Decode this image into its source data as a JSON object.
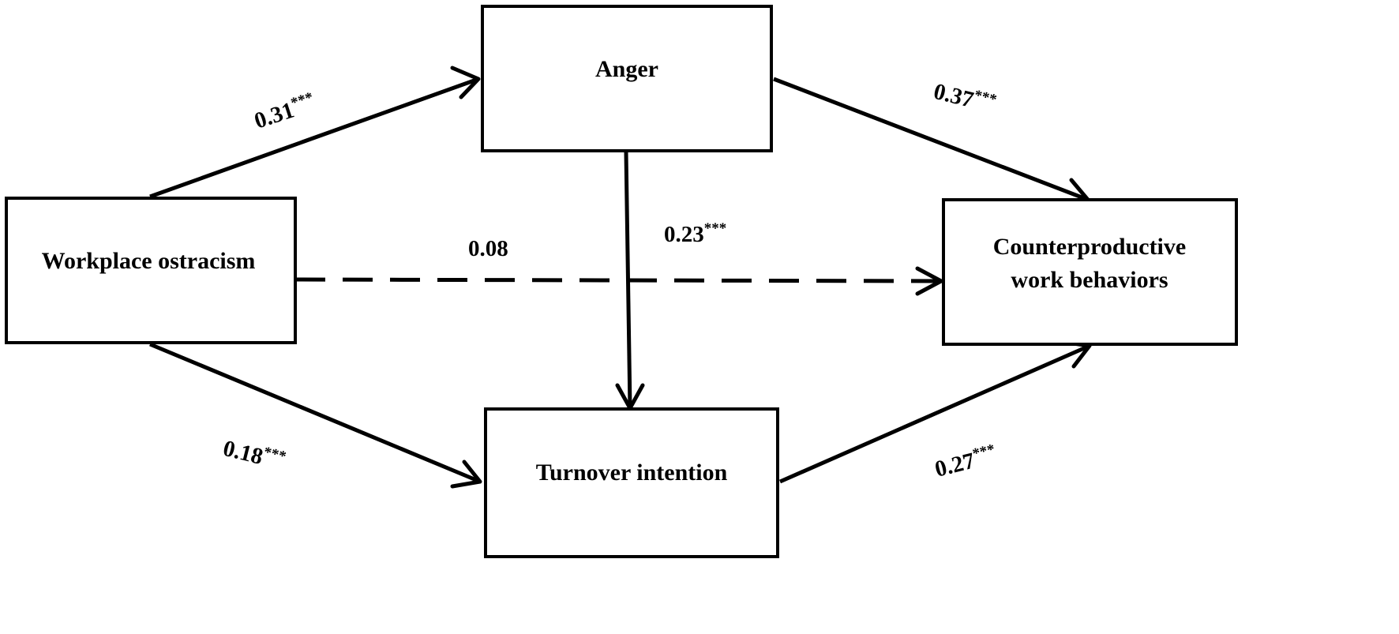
{
  "nodes": {
    "ostracism": {
      "label": "Workplace ostracism"
    },
    "anger": {
      "label": "Anger"
    },
    "turnover": {
      "label": "Turnover intention"
    },
    "cwb": {
      "line1": "Counterproductive",
      "line2": "work behaviors"
    }
  },
  "paths": {
    "ostracism_anger": {
      "coef": "0.31",
      "sig": "***"
    },
    "anger_cwb": {
      "coef": "0.37",
      "sig": "***"
    },
    "anger_turnover": {
      "coef": "0.23",
      "sig": "***"
    },
    "ostracism_cwb": {
      "coef": "0.08",
      "style": "dashed"
    },
    "ostracism_turnover": {
      "coef": "0.18",
      "sig": "***"
    },
    "turnover_cwb": {
      "coef": "0.27",
      "sig": "***"
    }
  }
}
